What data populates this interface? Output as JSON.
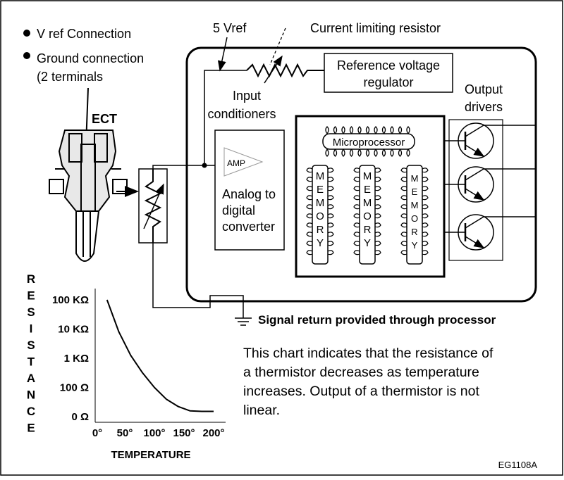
{
  "bullets": [
    "V ref Connection",
    "Ground connection"
  ],
  "bullet_sub": "(2 terminals",
  "ect_label": "ECT",
  "vref_label": "5 Vref",
  "resistor_label": "Current limiting resistor",
  "regulator_label": [
    "Reference voltage",
    "regulator"
  ],
  "input_label": [
    "Input",
    "conditioners"
  ],
  "output_label": [
    "Output",
    "drivers"
  ],
  "amp_label": "AMP",
  "adc_label": [
    "Analog to",
    "digital",
    "converter"
  ],
  "micro_label": "Microprocessor",
  "memory_letters": [
    "M",
    "E",
    "M",
    "O",
    "R",
    "Y"
  ],
  "signal_return": "Signal return provided through processor",
  "description": [
    "This chart indicates that the resistance of",
    "a thermistor decreases as temperature",
    "increases. Output of a thermistor is not",
    "linear."
  ],
  "figure_code": "EG1108A",
  "chart_data": {
    "type": "line",
    "title": "",
    "xlabel": "TEMPERATURE",
    "ylabel": "RESISTANCE",
    "ylabel_letters": [
      "R",
      "E",
      "S",
      "I",
      "S",
      "T",
      "A",
      "N",
      "C",
      "E"
    ],
    "x_ticks": [
      "0°",
      "50°",
      "100°",
      "150°",
      "200°"
    ],
    "y_ticks": [
      "0 Ω",
      "100 Ω",
      "1 KΩ",
      "10 KΩ",
      "100 KΩ"
    ],
    "series": [
      {
        "x": [
          20,
          40,
          60,
          80,
          100,
          120,
          140,
          160,
          180,
          200
        ],
        "y_tick_position": [
          4.0,
          2.9,
          2.1,
          1.5,
          1.0,
          0.6,
          0.35,
          0.2,
          0.18,
          0.18
        ]
      }
    ]
  }
}
